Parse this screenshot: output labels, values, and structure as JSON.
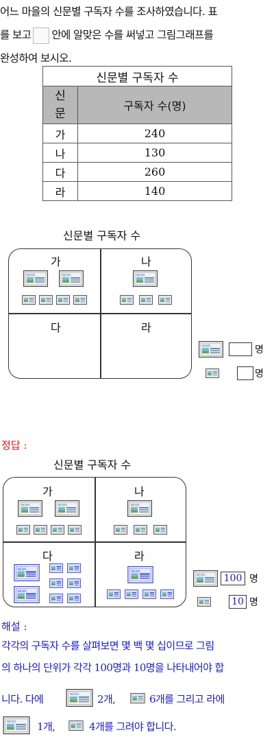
{
  "question": {
    "line1": "어느 마을의 신문별 구독자 수를 조사하였습니다. 표",
    "line2_a": "를 보고",
    "line2_b": "안에 알맞은 수를 써넣고 그림그래프를",
    "line3": "완성하여 보시오."
  },
  "table": {
    "caption": "신문별 구독자 수",
    "header_col1": "신문",
    "header_col2": "구독자 수(명)",
    "rows": [
      {
        "name": "가",
        "value": "240"
      },
      {
        "name": "나",
        "value": "130"
      },
      {
        "name": "다",
        "value": "260"
      },
      {
        "name": "라",
        "value": "140"
      }
    ]
  },
  "graph_title": "신문별 구독자 수",
  "cells": {
    "ga": "가",
    "na": "나",
    "da": "다",
    "ra": "라"
  },
  "legend": {
    "unit": "명",
    "big_value": "100",
    "small_value": "10"
  },
  "answer_label": "정답 :",
  "explanation": {
    "label": "해설 :",
    "line1": "각각의 구독자 수를 살펴보면 몇 백 몇 십이므로 그림",
    "line2": "의 하나의 단위가 각각 100명과 10명을 나타내어야 합",
    "line3_a": "니다. 다에",
    "line3_b": "2개,",
    "line3_c": "6개를 그리고 라에",
    "line4_a": "1개,",
    "line4_b": "4개를 그려야 합니다."
  },
  "icons": {
    "big": "newspaper-big-icon (100명)",
    "small": "newspaper-small-icon (10명)"
  },
  "colors": {
    "answer_text": "#1a1acc",
    "answer_label": "#d11111",
    "table_header": "#b8b8b8"
  }
}
